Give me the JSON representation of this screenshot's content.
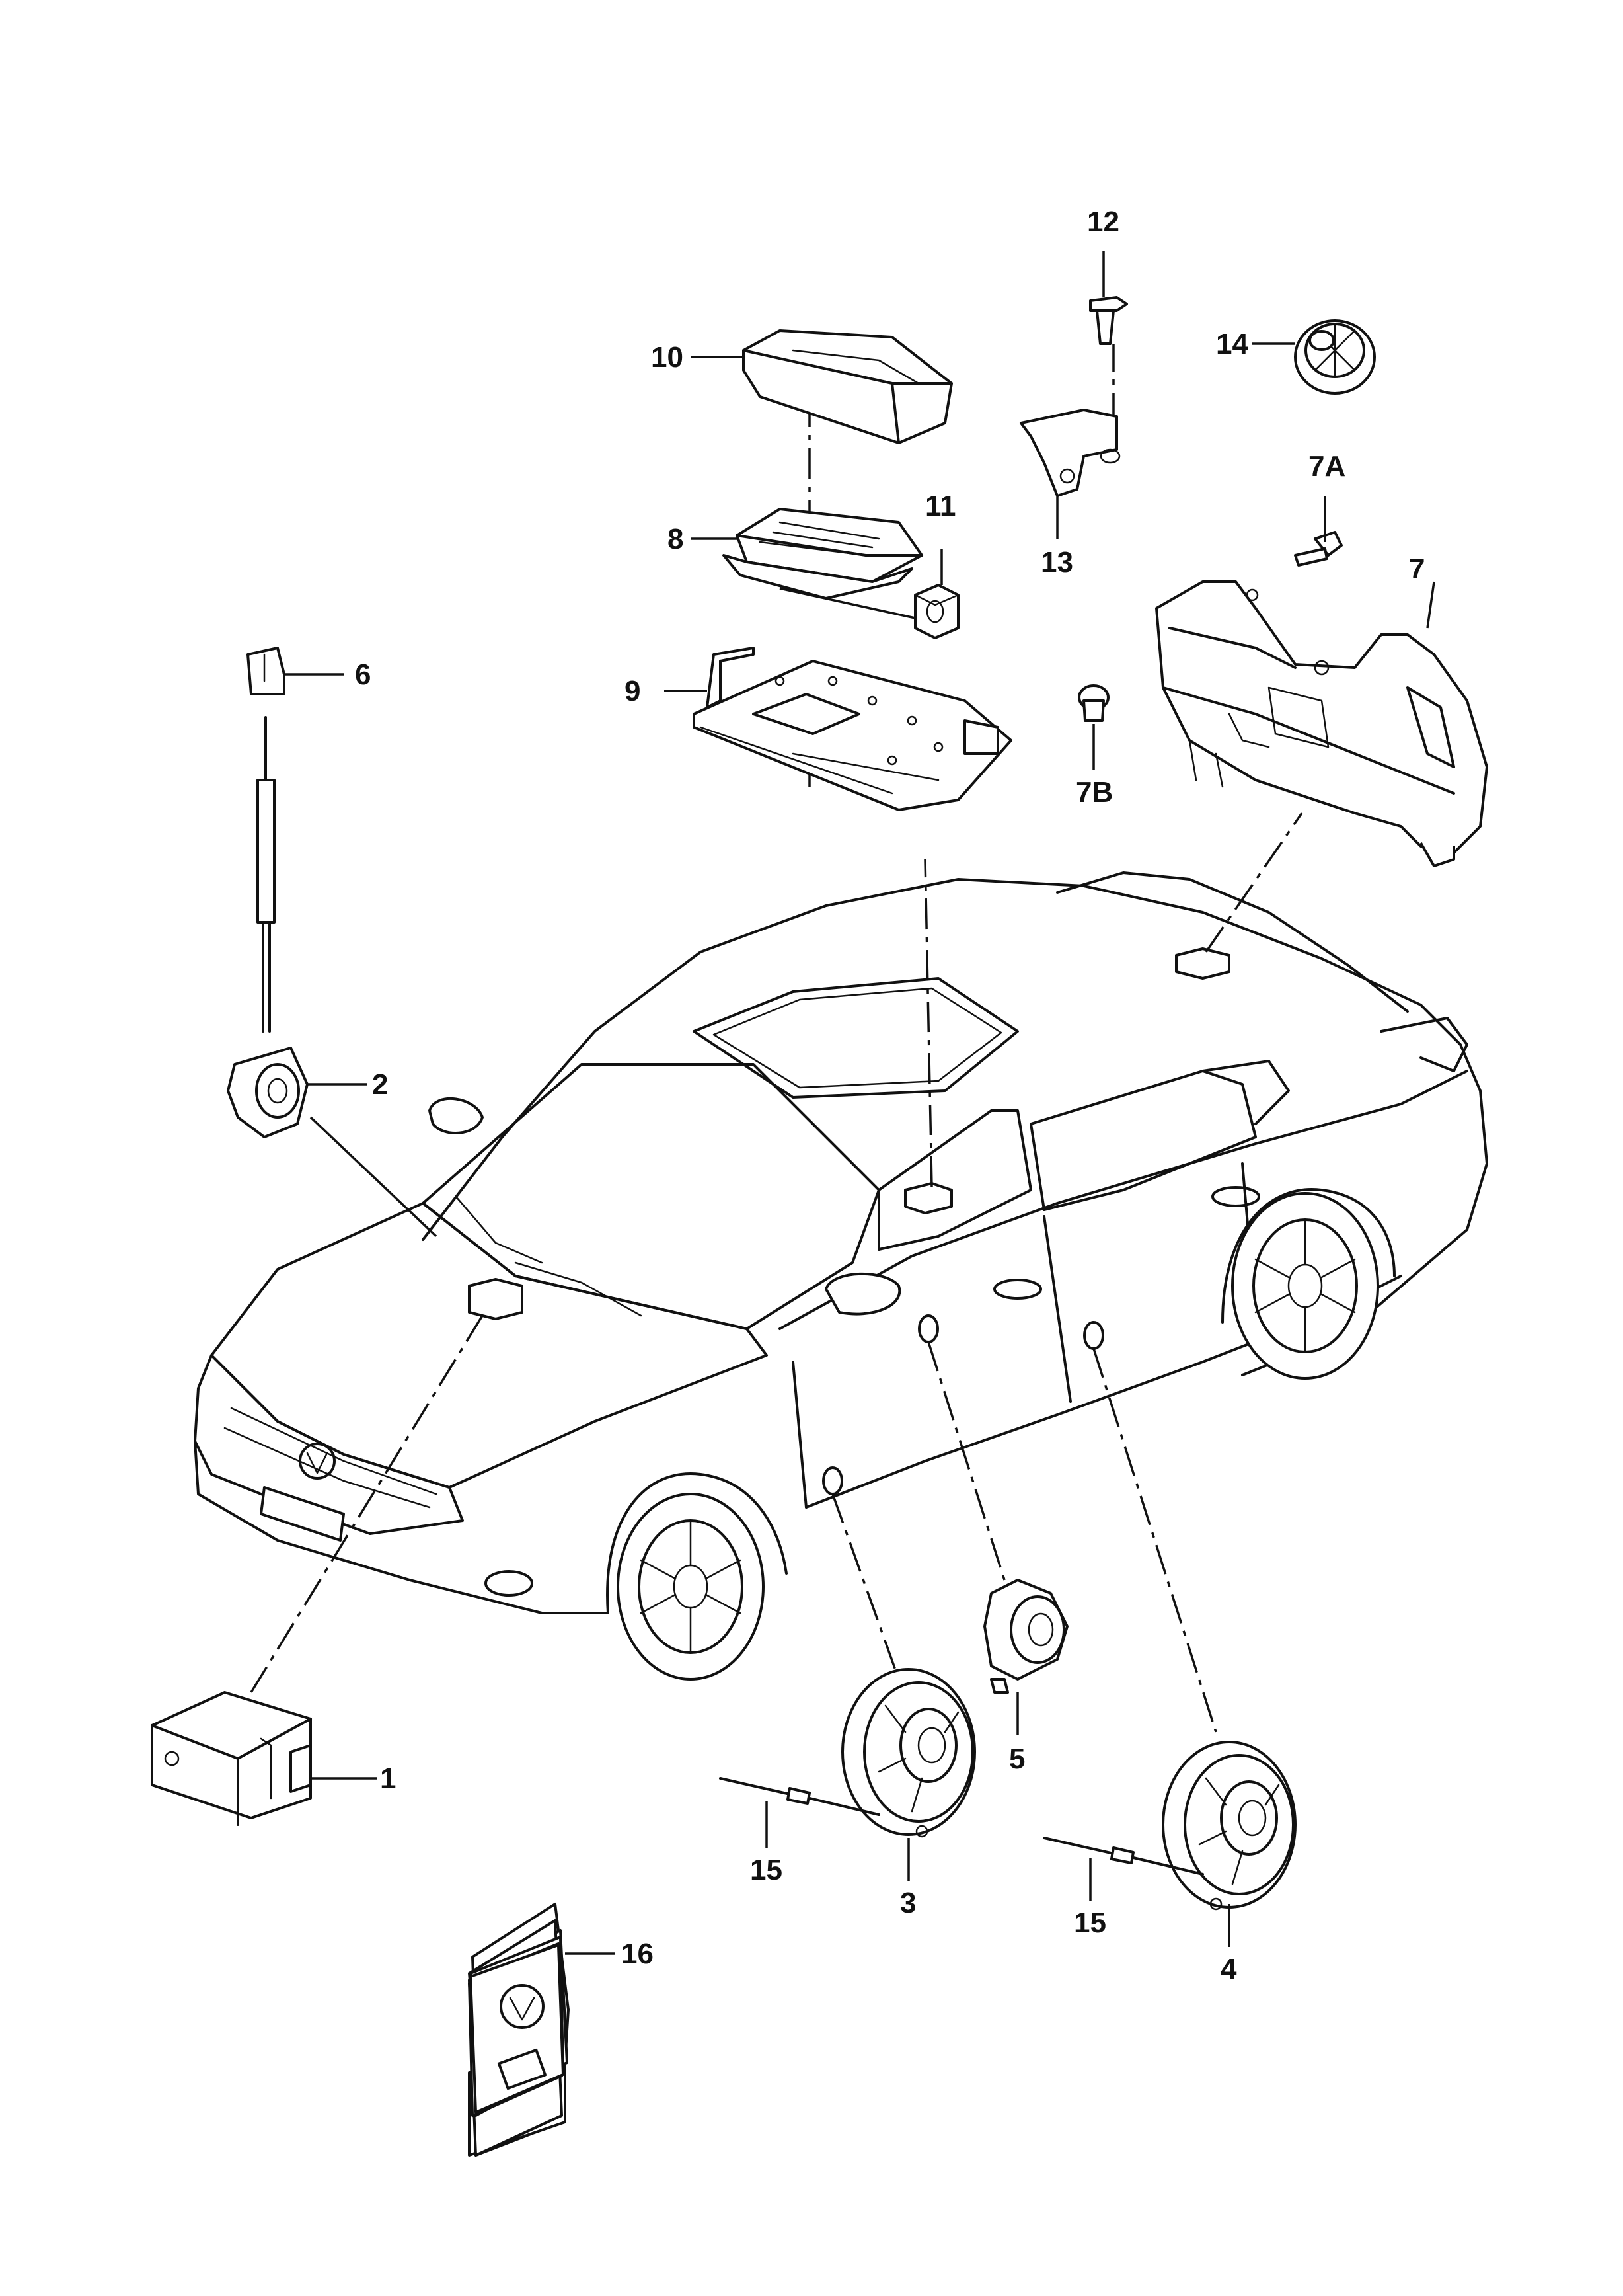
{
  "diagram": {
    "callouts": {
      "c1": "1",
      "c2": "2",
      "c3": "3",
      "c4": "4",
      "c5": "5",
      "c6": "6",
      "c7": "7",
      "c7a": "7A",
      "c7b": "7B",
      "c8": "8",
      "c9": "9",
      "c10": "10",
      "c11": "11",
      "c12": "12",
      "c13": "13",
      "c14": "14",
      "c15a": "15",
      "c15b": "15",
      "c16": "16"
    }
  }
}
